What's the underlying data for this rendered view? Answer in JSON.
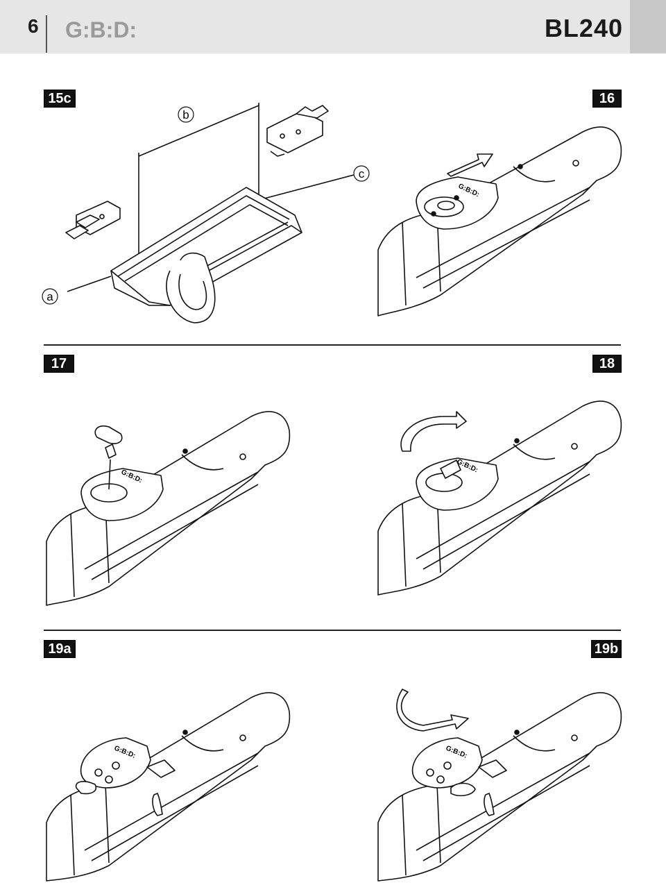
{
  "header": {
    "page_number": "6",
    "logo_text": "G:B:D:",
    "model": "BL240"
  },
  "figures": {
    "fig_15c": {
      "label": "15c",
      "callouts": {
        "a": "a",
        "b": "b",
        "c": "c"
      }
    },
    "fig_16": {
      "label": "16",
      "logo": "G:B:D:"
    },
    "fig_17": {
      "label": "17",
      "logo": "G:B:D:"
    },
    "fig_18": {
      "label": "18",
      "logo": "G:B:D:"
    },
    "fig_19a": {
      "label": "19a",
      "logo": "G:B:D:"
    },
    "fig_19b": {
      "label": "19b",
      "logo": "G:B:D:"
    }
  }
}
